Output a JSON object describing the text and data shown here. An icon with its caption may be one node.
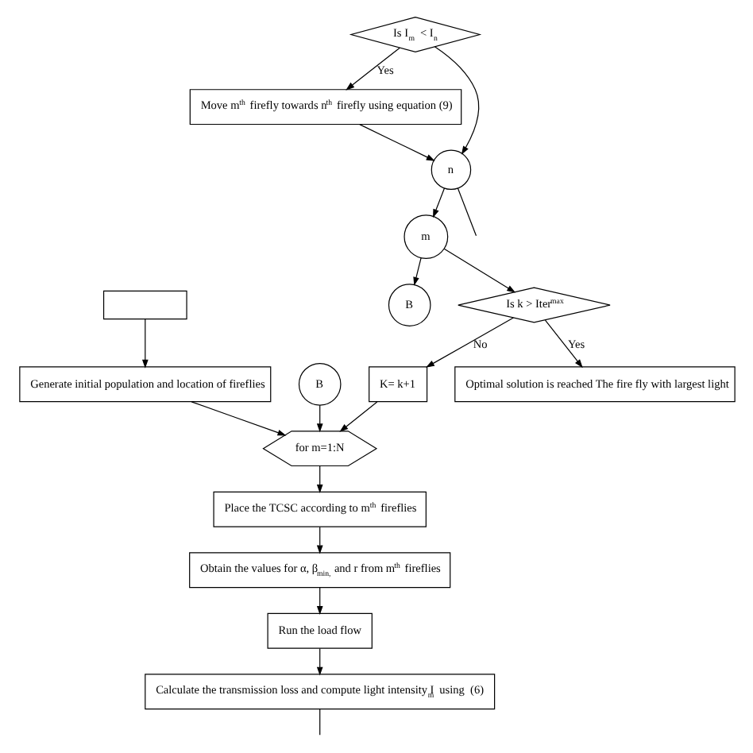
{
  "diagram": {
    "nodes": [
      {
        "text": [],
        "shape": "box"
      },
      {
        "text": [
          "Generate initial population and location of fireflies"
        ]
      },
      {
        "text": [
          "for m=1:N"
        ]
      },
      {
        "text": [
          "B"
        ]
      },
      {
        "text": [
          "Place the TCSC according to m$^{th}$ fireflies"
        ]
      },
      {
        "text": [
          "Obtain the values for α, β$_{min,}$ and r from m$^{th}$ fireflies"
        ]
      },
      {
        "text": [
          "Run the load flow"
        ]
      },
      {
        "text": [
          "Calculate the transmission loss and compute light intensity I$_{m}$ using  (6)"
        ]
      },
      {
        "text": [
          "Is I$_{m}$ < I$_{n}$"
        ]
      },
      {
        "text": [
          "Move m$^{th}$ firefly towards n$^{th}$ firefly using equation (9)"
        ]
      },
      {
        "text": [
          "n"
        ]
      },
      {
        "text": [
          "m"
        ]
      },
      {
        "text": [
          "B"
        ]
      },
      {
        "text": [
          "K= k+1"
        ]
      },
      {
        "text": [
          "Is k > Iter$^{max}$"
        ]
      },
      {
        "text": [
          "Optimal solution is reached The fire fly with largest light"
        ]
      }
    ],
    "edges": [
      {
        "from": 0,
        "to": 1,
        "arrow": "to"
      },
      {
        "from": 1,
        "to": 2,
        "arrow": "to"
      },
      {
        "from": 3,
        "to": 2,
        "arrow": "to"
      },
      {
        "from": 2,
        "to": 4,
        "arrow": "to"
      },
      {
        "from": 4,
        "to": 5,
        "arrow": "to"
      },
      {
        "from": 5,
        "to": 6,
        "arrow": "to"
      },
      {
        "from": 6,
        "to": 7,
        "arrow": "to"
      },
      {
        "from": 7,
        "to": null,
        "arrow": "none"
      },
      {
        "from": 8,
        "to": 9,
        "arrow": "to",
        "label": "Yes"
      },
      {
        "from": 8,
        "to": 10,
        "arrow": "to"
      },
      {
        "from": 9,
        "to": 10,
        "arrow": "to"
      },
      {
        "from": 10,
        "to": null,
        "arrow": "none"
      },
      {
        "from": 10,
        "to": 11,
        "arrow": "to"
      },
      {
        "from": 11,
        "to": 12,
        "arrow": "to"
      },
      {
        "from": 11,
        "to": 14,
        "arrow": "to"
      },
      {
        "from": 14,
        "to": 13,
        "arrow": "to",
        "label": "No"
      },
      {
        "from": 13,
        "to": 2,
        "arrow": "to"
      },
      {
        "from": 14,
        "to": 15,
        "arrow": "to",
        "label": "Yes"
      }
    ]
  }
}
